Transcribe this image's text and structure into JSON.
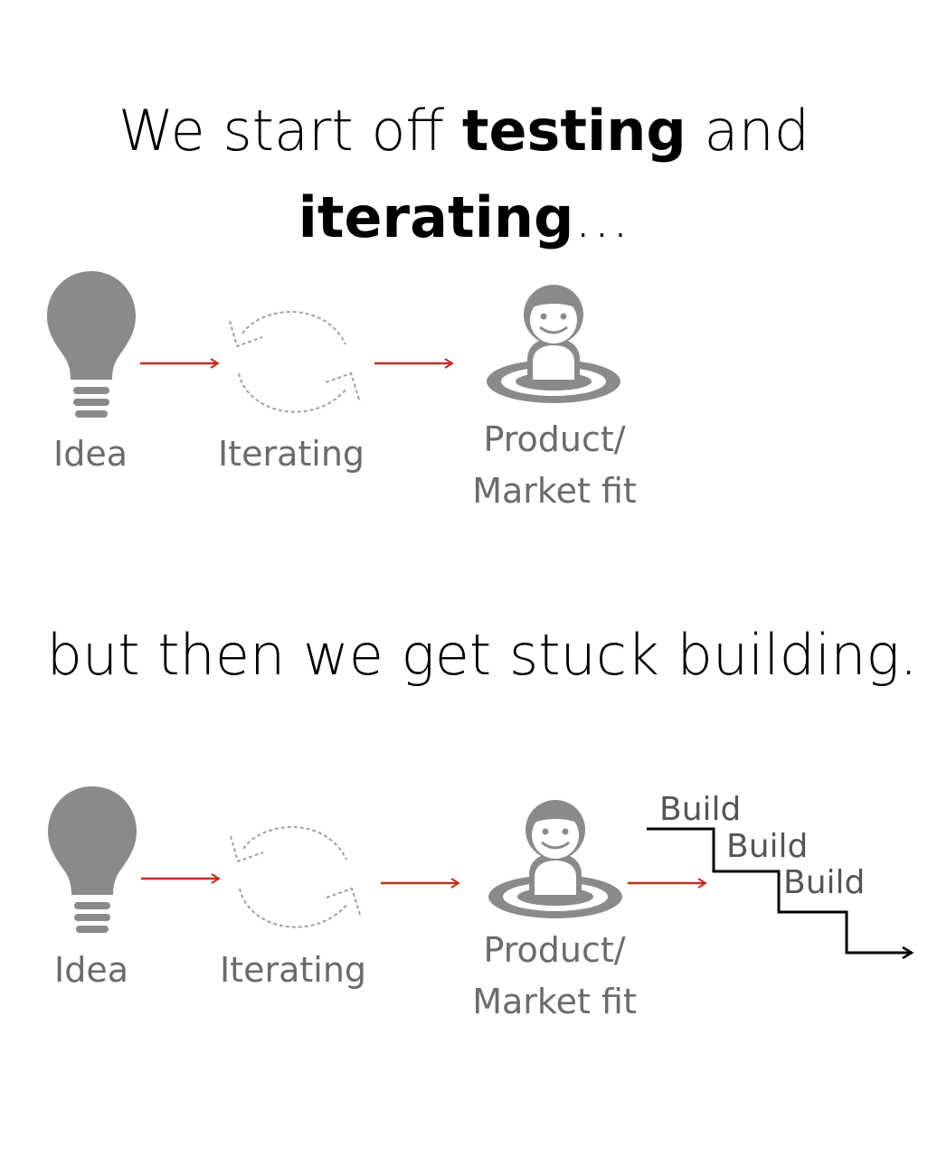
{
  "headline_top": {
    "prefix": "We start off ",
    "bold1": "testing",
    "middle": " and",
    "bold2": "iterating",
    "suffix": "…"
  },
  "headline_bottom": "but then we get stuck building.",
  "labels": {
    "idea": "Idea",
    "iterating": "Iterating",
    "fit_line1": "Product/",
    "fit_line2": "Market fit"
  },
  "build_steps": [
    "Build",
    "Build",
    "Build"
  ],
  "colors": {
    "arrow": "#c0301f",
    "icon_gray": "#8a8a8a",
    "label_gray": "#6b6b6b",
    "cycle_gray": "#a0a0a0",
    "step_line": "#000000"
  },
  "icons": [
    "lightbulb-icon",
    "cycle-icon",
    "person-on-target-icon"
  ]
}
